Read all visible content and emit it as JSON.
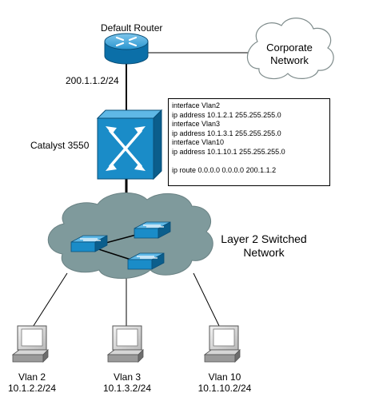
{
  "router": {
    "label": "Default Router",
    "ip": "200.1.1.2/24"
  },
  "cloud_corporate": {
    "line1": "Corporate",
    "line2": "Network"
  },
  "switch": {
    "label": "Catalyst 3550"
  },
  "config": {
    "lines": [
      "interface Vlan2",
      "ip address 10.1.2.1 255.255.255.0",
      "interface Vlan3",
      "ip address 10.1.3.1 255.255.255.0",
      "interface Vlan10",
      "ip address 10.1.10.1 255.255.255.0",
      "",
      "ip route 0.0.0.0 0.0.0.0 200.1.1.2"
    ]
  },
  "l2_cloud": {
    "line1": "Layer 2 Switched",
    "line2": "Network"
  },
  "hosts": [
    {
      "vlan": "Vlan 2",
      "ip": "10.1.2.2/24"
    },
    {
      "vlan": "Vlan 3",
      "ip": "10.1.3.2/24"
    },
    {
      "vlan": "Vlan 10",
      "ip": "10.1.10.2/24"
    }
  ],
  "colors": {
    "device_blue": "#1a8cc8",
    "cloud_gray": "#7f9a9c",
    "device_dark": "#0b5e8c"
  }
}
